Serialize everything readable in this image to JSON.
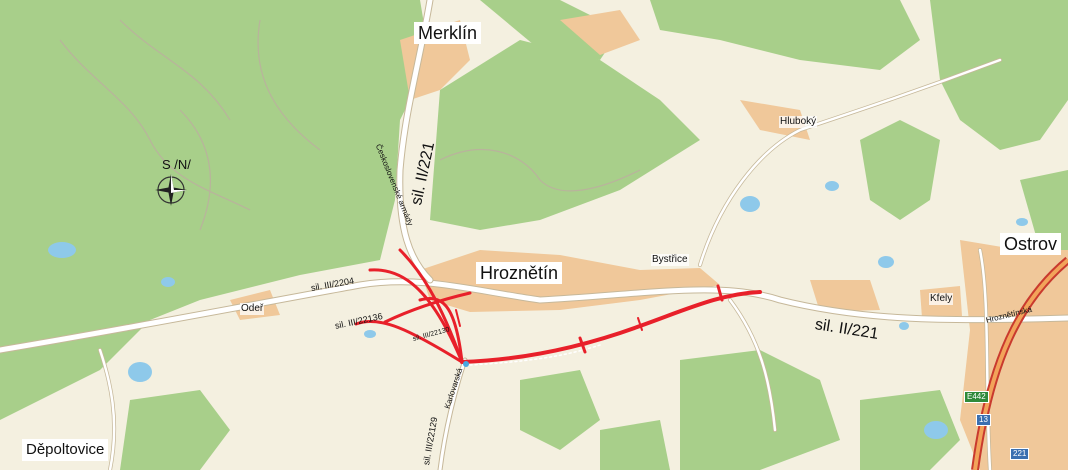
{
  "map": {
    "towns": {
      "merklin": "Merklín",
      "hroznetin": "Hroznětín",
      "ostrov": "Ostrov",
      "depoltovice": "Děpoltovice",
      "bystrice": "Bystřice",
      "hluboky": "Hluboký",
      "oder": "Odeř",
      "kfely": "Kfely"
    },
    "roads": {
      "sil_221_north": "sil. II/221",
      "sil_221_east": "sil. II/221",
      "sil_2204": "sil. III/2204",
      "sil_22136": "sil. III/22136",
      "sil_22130": "sil. III/22130",
      "sil_22129": "sil. III/22129",
      "street_ceskoslovenske": "Československé armády",
      "street_karlovarska": "Karlovarská",
      "street_hroznetinska": "Hroznětínská"
    },
    "compass": {
      "label": "S /N/",
      "icon": "compass-rose-icon"
    },
    "shields": {
      "e442": "E442",
      "r13": "13",
      "r221": "221"
    },
    "colors": {
      "base": "#f4f0e0",
      "forest": "#a8cf8a",
      "water": "#8ec9ea",
      "urban": "#f0c89a",
      "road": "#ffffff",
      "highlight": "#e8202a"
    }
  }
}
